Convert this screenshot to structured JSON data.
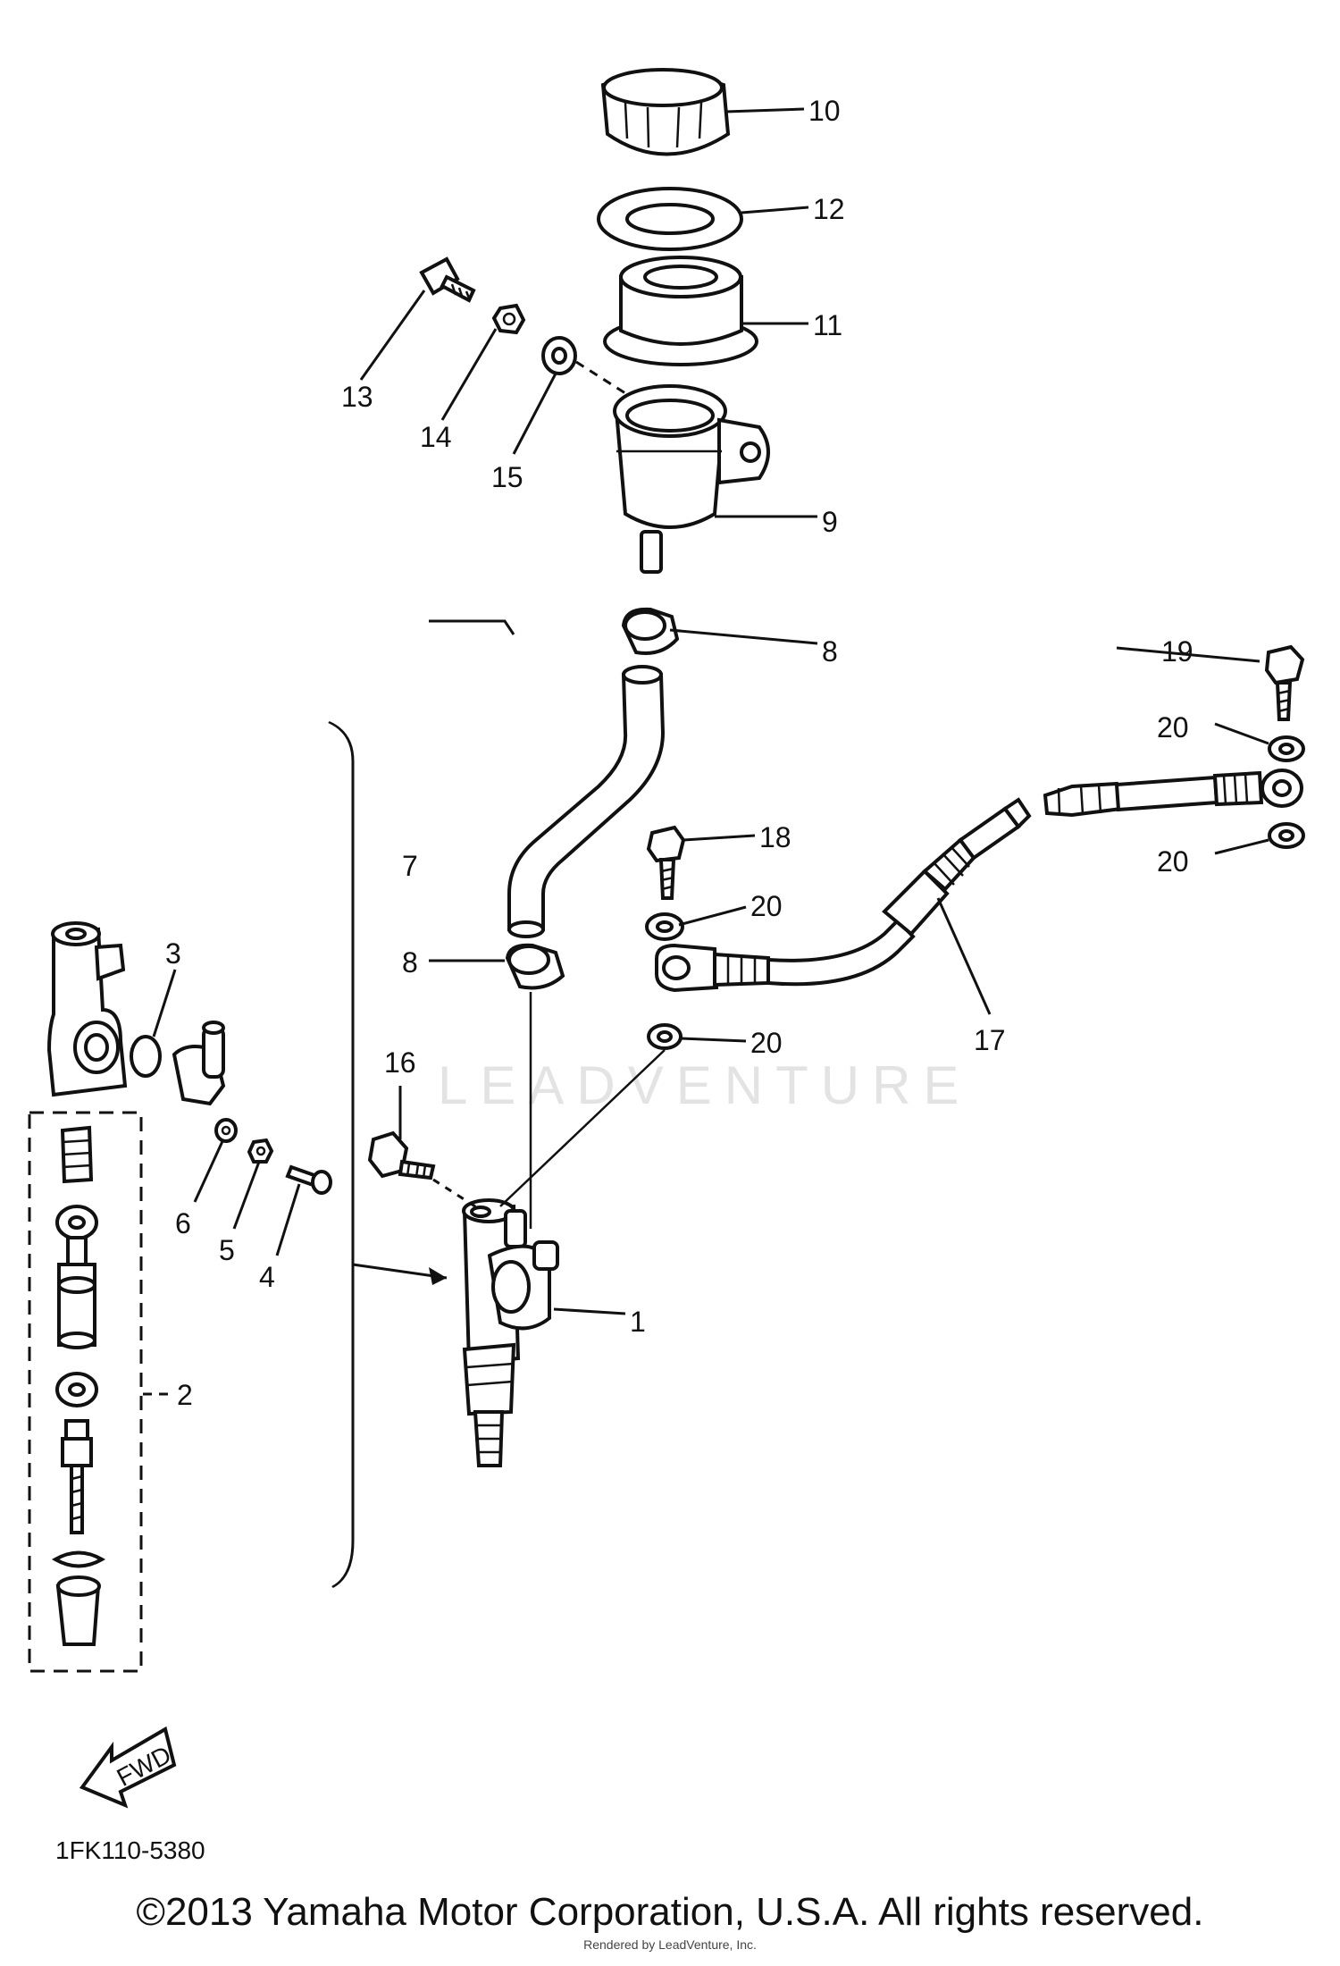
{
  "callouts": [
    "1",
    "2",
    "3",
    "4",
    "5",
    "6",
    "7",
    "8",
    "8",
    "9",
    "10",
    "11",
    "12",
    "13",
    "14",
    "15",
    "16",
    "17",
    "18",
    "19",
    "20",
    "20",
    "20",
    "20"
  ],
  "fwd_label": "FWD",
  "diagram_code": "1FK110-5380",
  "watermark": "LEADVENTURE",
  "copyright": "©2013 Yamaha Motor Corporation, U.S.A. All rights reserved.",
  "rendered_by": "Rendered by LeadVenture, Inc.",
  "colors": {
    "ink": "#111111",
    "background": "#ffffff",
    "watermark": "#e3e3e3"
  }
}
